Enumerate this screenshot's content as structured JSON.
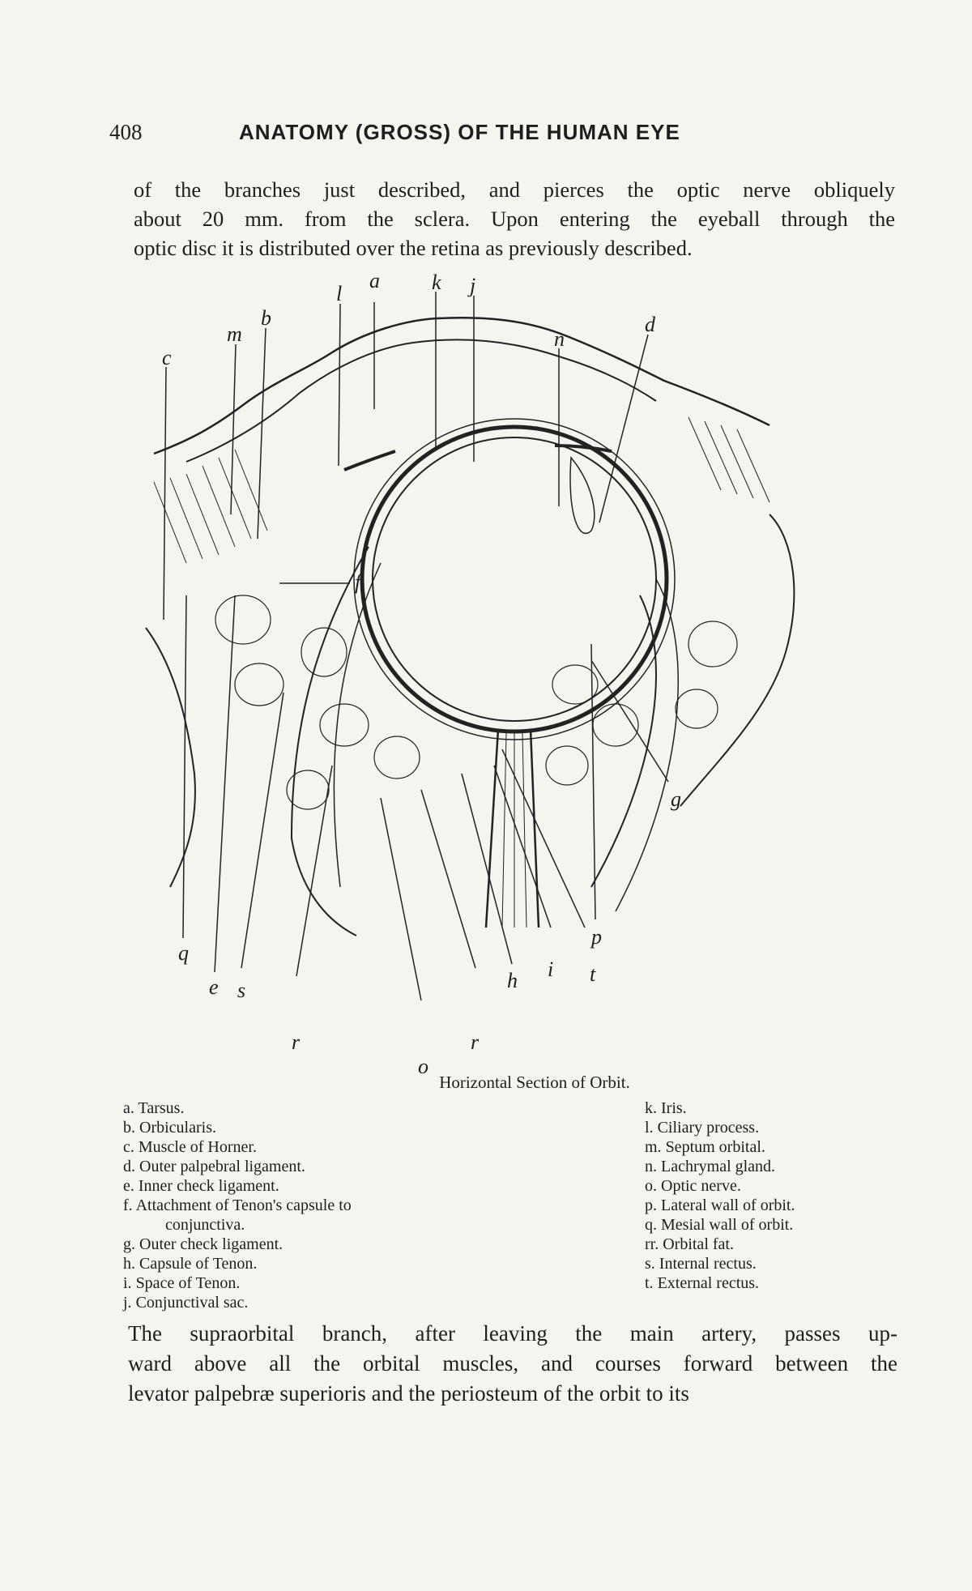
{
  "page": {
    "number": "408",
    "running_title": "ANATOMY (GROSS) OF THE HUMAN EYE"
  },
  "top_paragraph": {
    "lines": [
      "of the branches just described, and pierces the optic nerve obliquely",
      "about 20 mm. from the sclera. Upon entering the eyeball through the",
      "optic disc it is distributed over the retina as previously described."
    ]
  },
  "figure": {
    "labels": {
      "a": "a",
      "b": "b",
      "c": "c",
      "d": "d",
      "e": "e",
      "f": "f",
      "g": "g",
      "h": "h",
      "i": "i",
      "j": "j",
      "k": "k",
      "l": "l",
      "m": "m",
      "n": "n",
      "o": "o",
      "p": "p",
      "q": "q",
      "r1": "r",
      "r2": "r",
      "s": "s",
      "t": "t"
    },
    "caption": "Horizontal Section of Orbit."
  },
  "legend": {
    "left": [
      {
        "key": "a.",
        "text": "Tarsus."
      },
      {
        "key": "b.",
        "text": "Orbicularis."
      },
      {
        "key": "c.",
        "text": "Muscle of Horner."
      },
      {
        "key": "d.",
        "text": "Outer palpebral ligament."
      },
      {
        "key": "e.",
        "text": "Inner check ligament."
      },
      {
        "key": "f.",
        "text": "Attachment of Tenon's capsule to",
        "continuation": "conjunctiva."
      },
      {
        "key": "g.",
        "text": "Outer check ligament."
      },
      {
        "key": "h.",
        "text": "Capsule of Tenon."
      },
      {
        "key": "i.",
        "text": "Space of Tenon."
      },
      {
        "key": "j.",
        "text": "Conjunctival sac."
      }
    ],
    "right": [
      {
        "key": "k.",
        "text": "Iris."
      },
      {
        "key": "l.",
        "text": "Ciliary process."
      },
      {
        "key": "m.",
        "text": "Septum orbital."
      },
      {
        "key": "n.",
        "text": "Lachrymal gland."
      },
      {
        "key": "o.",
        "text": "Optic nerve."
      },
      {
        "key": "p.",
        "text": "Lateral wall of orbit."
      },
      {
        "key": "q.",
        "text": "Mesial wall of orbit."
      },
      {
        "key": "rr.",
        "text": "Orbital fat."
      },
      {
        "key": "s.",
        "text": "Internal rectus."
      },
      {
        "key": "t.",
        "text": "External rectus."
      }
    ]
  },
  "bottom_paragraph": {
    "lines": [
      "The supraorbital branch, after leaving the main artery, passes up-",
      "ward above all the orbital muscles, and courses forward between the",
      "levator palpebræ superioris and the periosteum of the orbit to its"
    ]
  }
}
